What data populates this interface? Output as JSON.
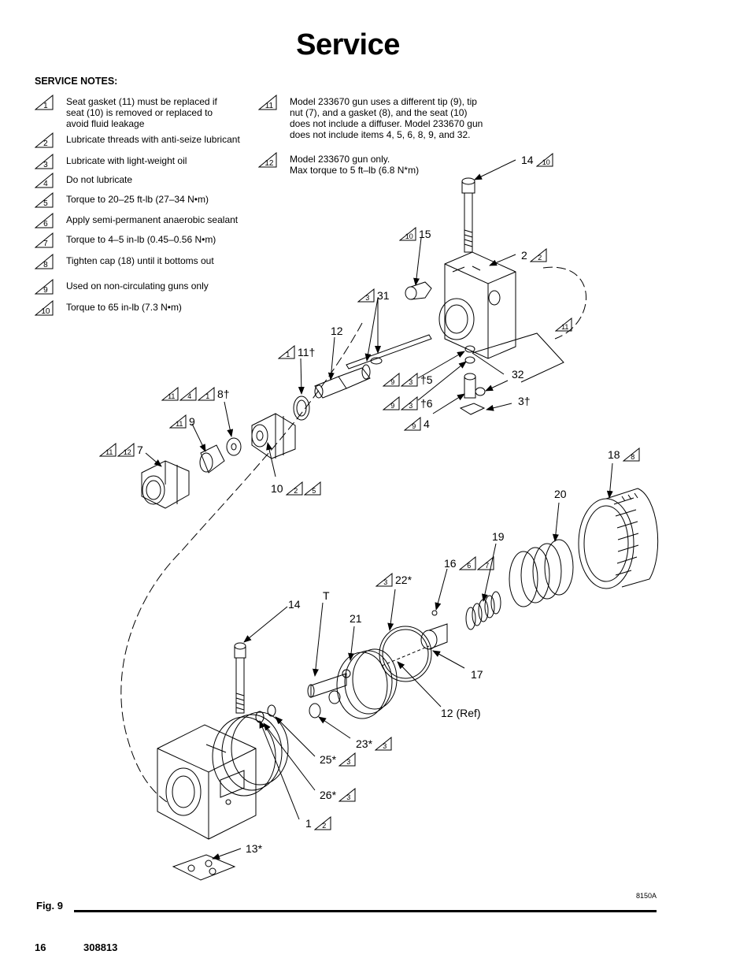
{
  "page_title": "Service",
  "notes_heading": "SERVICE NOTES:",
  "notes_left": [
    {
      "num": "1",
      "lines": [
        "Seat gasket (11) must be replaced if",
        "seat (10) is removed or replaced to",
        "avoid fluid leakage"
      ]
    },
    {
      "num": "2",
      "lines": [
        "Lubricate threads with anti-seize lubricant"
      ]
    },
    {
      "num": "3",
      "lines": [
        "Lubricate with light-weight oil"
      ]
    },
    {
      "num": "4",
      "lines": [
        "Do not lubricate"
      ]
    },
    {
      "num": "5",
      "lines": [
        "Torque to 20–25 ft-lb (27–34 N•m)"
      ]
    },
    {
      "num": "6",
      "lines": [
        "Apply semi-permanent anaerobic sealant"
      ]
    },
    {
      "num": "7",
      "lines": [
        "Torque to 4–5 in-lb (0.45–0.56 N•m)"
      ]
    },
    {
      "num": "8",
      "lines": [
        "Tighten cap (18) until it bottoms out"
      ]
    },
    {
      "num": "9",
      "lines": [
        "Used on non-circulating guns only"
      ]
    },
    {
      "num": "10",
      "lines": [
        "Torque to 65 in-lb (7.3 N•m)"
      ]
    }
  ],
  "notes_right": [
    {
      "num": "11",
      "lines": [
        "Model 233670 gun uses a different tip (9), tip",
        "nut (7), and a gasket (8), and the seat (10)",
        "does not include a diffuser.  Model 233670 gun",
        "does not include items 4, 5, 6, 8, 9, and 32."
      ]
    },
    {
      "num": "12",
      "lines": [
        "Model 233670 gun only.",
        "Max torque to 5 ft–lb (6.8 N*m)"
      ]
    }
  ],
  "callouts": [
    {
      "text": "14",
      "marks": [
        "10"
      ]
    },
    {
      "text": "15",
      "marks_before": [
        "10"
      ]
    },
    {
      "text": "2",
      "marks": [
        "2"
      ]
    },
    {
      "text": "31",
      "marks_before": [
        "3"
      ]
    },
    {
      "text": "12"
    },
    {
      "text": "11†",
      "marks_before": [
        "1"
      ]
    },
    {
      "text": "†5",
      "marks_before": [
        "9",
        "3"
      ]
    },
    {
      "text": "†6",
      "marks_before": [
        "9",
        "3"
      ]
    },
    {
      "text": "4",
      "marks_before": [
        "9"
      ]
    },
    {
      "text": "32"
    },
    {
      "text": "3†"
    },
    {
      "text": "8†",
      "marks_before": [
        "11",
        "4",
        "1"
      ]
    },
    {
      "text": "9",
      "marks_before": [
        "11"
      ]
    },
    {
      "text": "7",
      "marks_before": [
        "11",
        "12"
      ]
    },
    {
      "text": "10",
      "marks": [
        "2",
        "5"
      ]
    },
    {
      "text": "18",
      "marks": [
        "8"
      ]
    },
    {
      "text": "20"
    },
    {
      "text": "19"
    },
    {
      "text": "16",
      "marks": [
        "6",
        "7"
      ]
    },
    {
      "text": "22*",
      "marks_before": [
        "3"
      ]
    },
    {
      "text": "T"
    },
    {
      "text": "14"
    },
    {
      "text": "21"
    },
    {
      "text": "17"
    },
    {
      "text": "12 (Ref)"
    },
    {
      "text": "23*",
      "marks": [
        "3"
      ]
    },
    {
      "text": "25*",
      "marks": [
        "3"
      ]
    },
    {
      "text": "26*",
      "marks": [
        "3"
      ]
    },
    {
      "text": "1",
      "marks": [
        "2"
      ]
    },
    {
      "text": "13*"
    }
  ],
  "mark_11_callout": "11",
  "fig_label": "Fig. 9",
  "drawing_id": "8150A",
  "page_number": "16",
  "document_number": "308813"
}
